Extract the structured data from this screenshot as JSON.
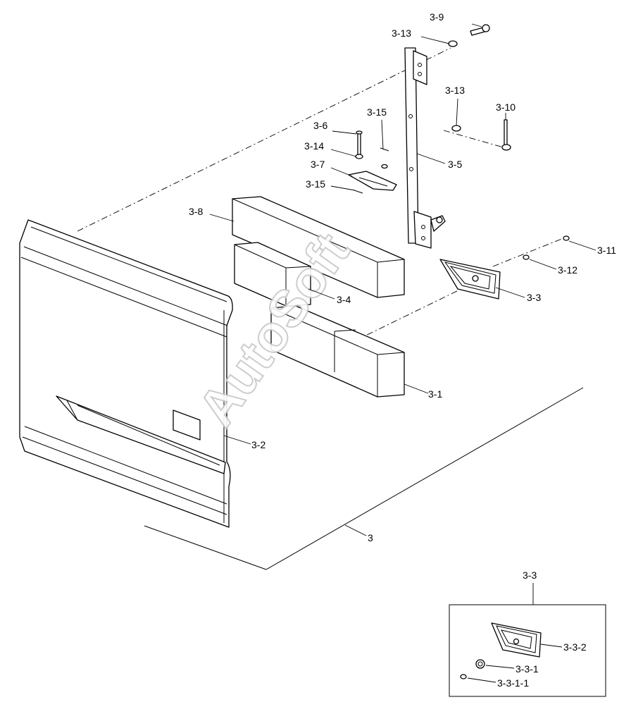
{
  "watermark": "AutoSoft",
  "callouts": {
    "p3_9": "3-9",
    "p3_13_top": "3-13",
    "p3_13_mid": "3-13",
    "p3_10": "3-10",
    "p3_15_top": "3-15",
    "p3_6": "3-6",
    "p3_14": "3-14",
    "p3_7": "3-7",
    "p3_15_bot": "3-15",
    "p3_5": "3-5",
    "p3_8": "3-8",
    "p3_11": "3-11",
    "p3_12": "3-12",
    "p3_3": "3-3",
    "p3_4": "3-4",
    "p3_1": "3-1",
    "p3_2": "3-2",
    "p3": "3"
  },
  "inset": {
    "title": "3-3",
    "p3_3_2": "3-3-2",
    "p3_3_1": "3-3-1",
    "p3_3_1_1": "3-3-1-1"
  }
}
